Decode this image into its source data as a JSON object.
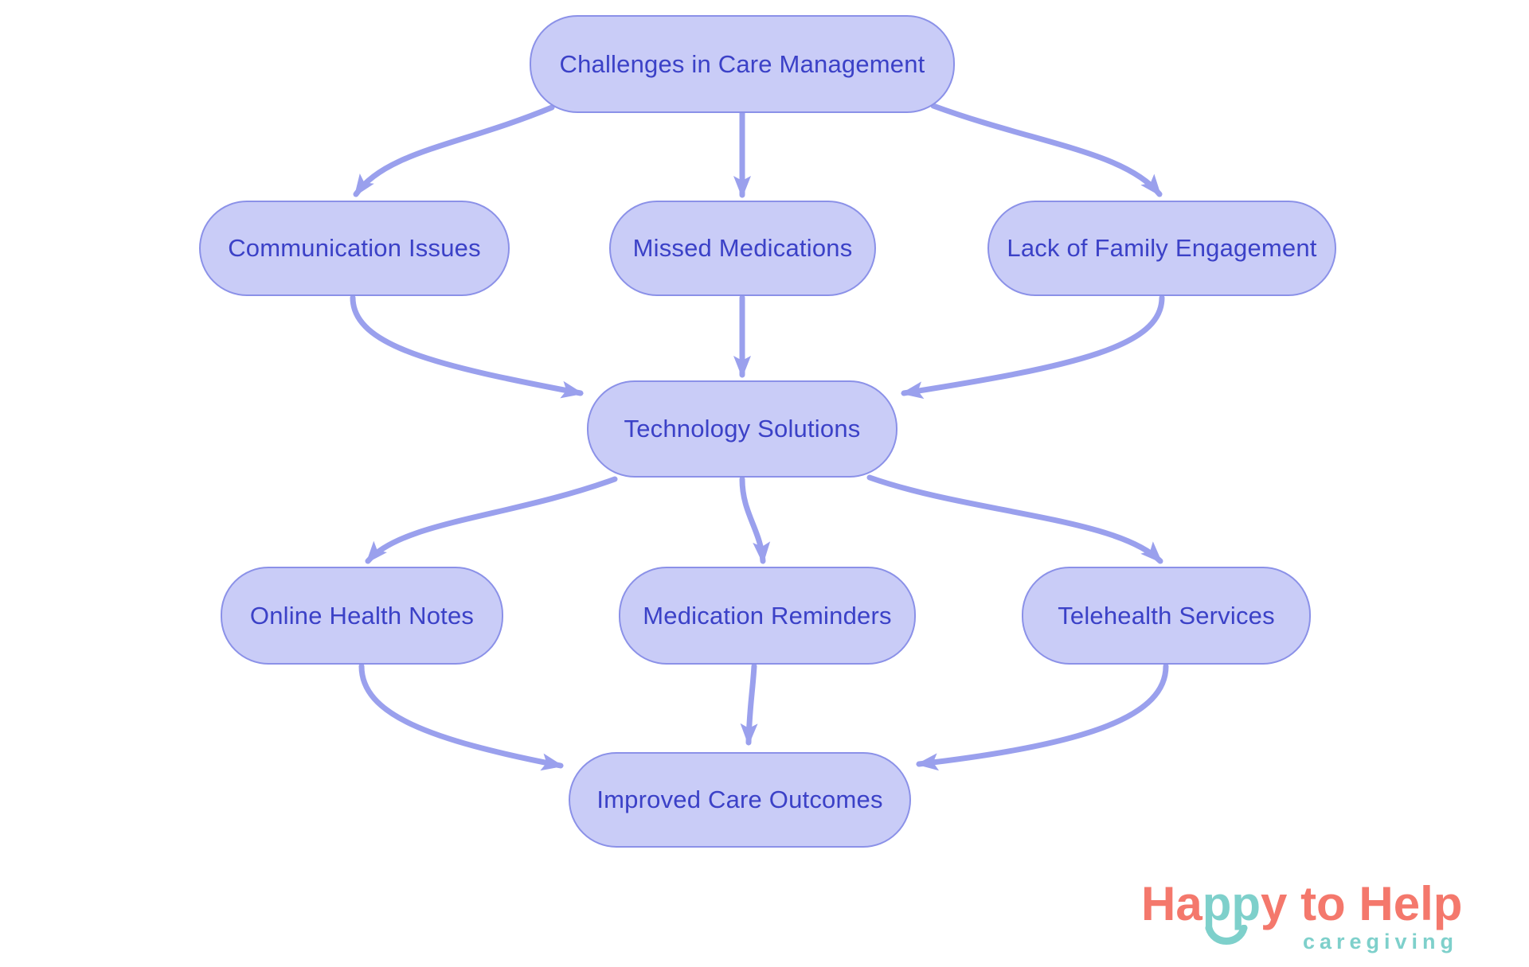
{
  "diagram": {
    "type": "flowchart",
    "nodes": {
      "challenges": {
        "label": "Challenges in Care Management"
      },
      "communication": {
        "label": "Communication Issues"
      },
      "missed": {
        "label": "Missed Medications"
      },
      "family": {
        "label": "Lack of Family Engagement"
      },
      "technology": {
        "label": "Technology Solutions"
      },
      "online": {
        "label": "Online Health Notes"
      },
      "reminders": {
        "label": "Medication Reminders"
      },
      "telehealth": {
        "label": "Telehealth Services"
      },
      "outcomes": {
        "label": "Improved Care Outcomes"
      }
    },
    "edges": [
      {
        "from": "challenges",
        "to": "communication"
      },
      {
        "from": "challenges",
        "to": "missed"
      },
      {
        "from": "challenges",
        "to": "family"
      },
      {
        "from": "communication",
        "to": "technology"
      },
      {
        "from": "missed",
        "to": "technology"
      },
      {
        "from": "family",
        "to": "technology"
      },
      {
        "from": "technology",
        "to": "online"
      },
      {
        "from": "technology",
        "to": "reminders"
      },
      {
        "from": "technology",
        "to": "telehealth"
      },
      {
        "from": "online",
        "to": "outcomes"
      },
      {
        "from": "reminders",
        "to": "outcomes"
      },
      {
        "from": "telehealth",
        "to": "outcomes"
      }
    ],
    "colors": {
      "node_fill": "#c9ccf7",
      "node_border": "#8b91e8",
      "node_text": "#3b41c7",
      "arrow": "#9aa0ed"
    }
  },
  "logo": {
    "part_ha": "Ha",
    "part_pp": "pp",
    "part_y": "y",
    "word_to": "to",
    "word_help": "Help",
    "tagline": "caregiving",
    "colors": {
      "coral": "#f4786c",
      "teal": "#7ed0cb"
    }
  }
}
